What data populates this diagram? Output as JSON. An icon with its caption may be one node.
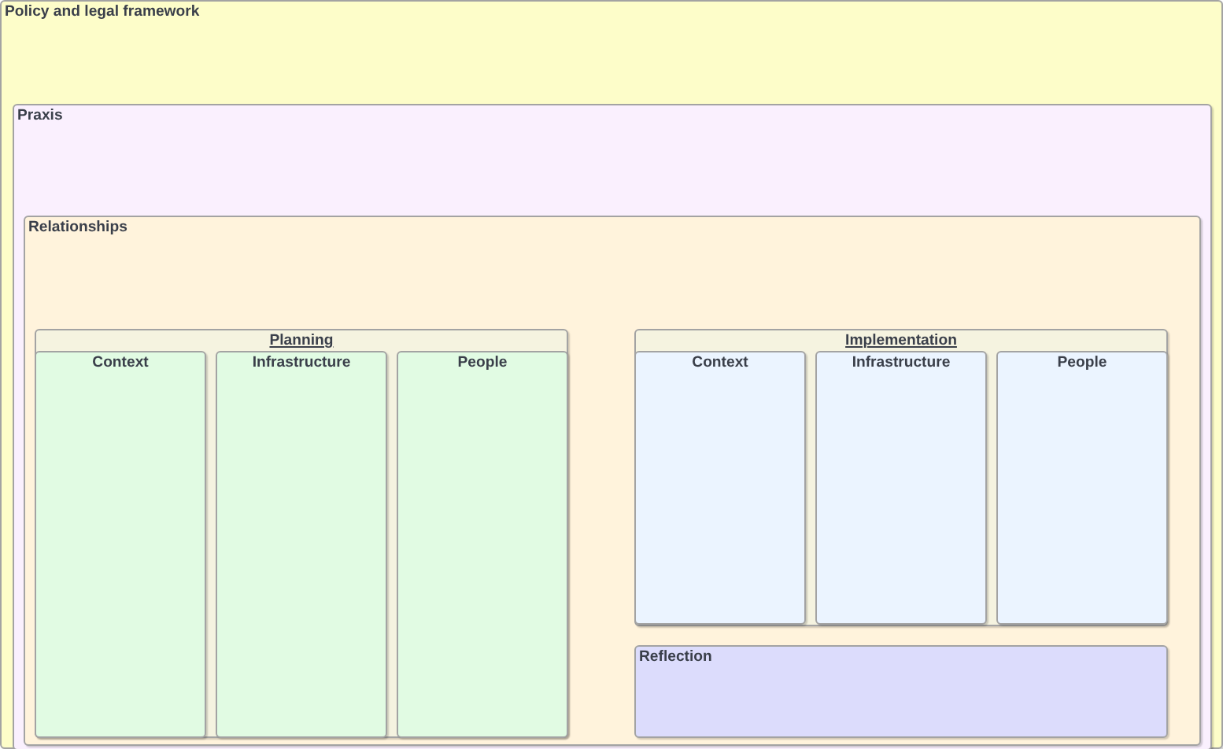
{
  "diagram": {
    "nodes": [
      {
        "text": [
          "Policy and legal framework"
        ]
      },
      {
        "text": [
          "Praxis"
        ],
        "in": 0
      },
      {
        "text": [
          "Relationships"
        ],
        "in": 1
      },
      {
        "text": [
          "Planning"
        ],
        "in": 2
      },
      {
        "text": [
          "Context"
        ],
        "in": 3
      },
      {
        "text": [
          "Infrastructure"
        ],
        "in": 3
      },
      {
        "text": [
          "People"
        ],
        "in": 3
      },
      {
        "text": [
          "Implementation"
        ],
        "in": 2
      },
      {
        "text": [
          "Context"
        ],
        "in": 7
      },
      {
        "text": [
          "Infrastructure"
        ],
        "in": 7
      },
      {
        "text": [
          "People"
        ],
        "in": 7
      },
      {
        "text": [
          "Reflection"
        ],
        "in": 2
      }
    ]
  }
}
